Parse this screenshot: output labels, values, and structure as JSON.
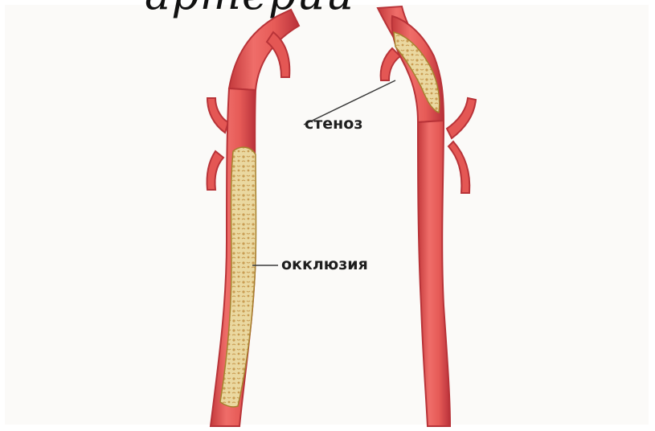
{
  "header": {
    "title_fragment": "артерий"
  },
  "labels": {
    "stenosis": "стеноз",
    "occlusion": "окклюзия"
  },
  "colors": {
    "artery_wall": "#c73a3c",
    "artery_highlight": "#ee6f6b",
    "artery_body": "#e45754",
    "plaque_fill": "#ead8a0",
    "plaque_dots": "#c99c52",
    "leader_line": "#3a3a3a",
    "background": "#fbfaf8"
  },
  "icons": {
    "left_artery": "artery-with-occlusion",
    "right_artery": "artery-with-stenosis"
  }
}
